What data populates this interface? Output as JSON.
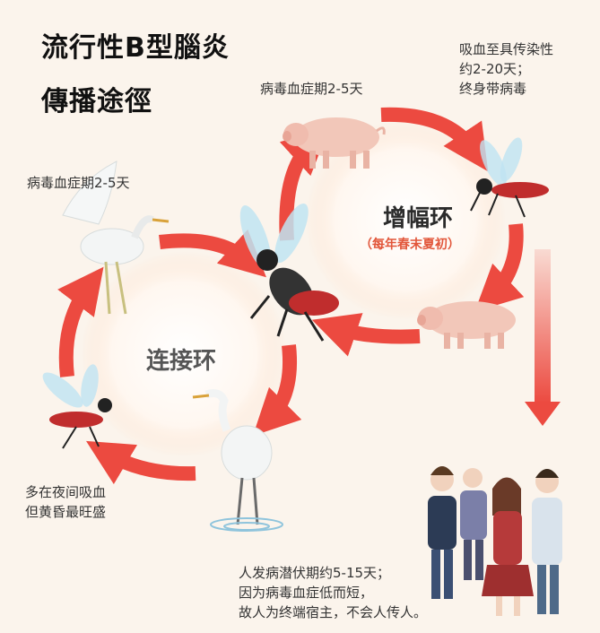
{
  "title": {
    "line1": "流行性B型腦炎",
    "line2": "傳播途徑"
  },
  "loops": {
    "amplification": {
      "title": "增幅环",
      "subtitle": "（每年春末夏初）"
    },
    "connection": {
      "title": "连接环"
    }
  },
  "notes": {
    "pig_viremia": "病毒血症期2-5天",
    "bird_viremia": "病毒血症期2-5天",
    "mosquito_infect": "吸血至具传染性\n约2-20天；\n终身带病毒",
    "mosquito_night": "多在夜间吸血\n但黄昏最旺盛",
    "human": "人发病潜伏期约5-15天；\n因为病毒血症低而短，\n故人为终端宿主，不会人传人。"
  },
  "colors": {
    "background": "#fbf4ec",
    "arrow": "#ec4a40",
    "loop_glow": "#ffe7d6",
    "accent_text": "#e2563a"
  },
  "icons": [
    "pig-icon",
    "mosquito-icon",
    "egret-icon",
    "down-arrow-icon",
    "people-group-icon"
  ]
}
